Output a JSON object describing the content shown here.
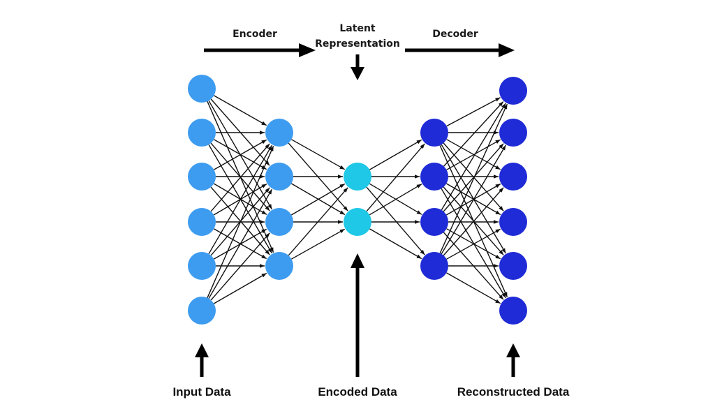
{
  "labels": {
    "encoder": "Encoder",
    "latent_line1": "Latent",
    "latent_line2": "Representation",
    "decoder": "Decoder",
    "input_data": "Input Data",
    "encoded_data": "Encoded Data",
    "reconstructed_data": "Reconstructed Data"
  },
  "network": {
    "layers": [
      {
        "name": "input",
        "nodes": 6,
        "color": "#3d9cf0"
      },
      {
        "name": "encoder-hidden",
        "nodes": 4,
        "color": "#3d9cf0"
      },
      {
        "name": "latent",
        "nodes": 2,
        "color": "#1ec8e6"
      },
      {
        "name": "decoder-hidden",
        "nodes": 4,
        "color": "#1f2bd6"
      },
      {
        "name": "output",
        "nodes": 6,
        "color": "#1f2bd6"
      }
    ],
    "connections": "fully-connected",
    "edge_color": "#111111"
  },
  "colors": {
    "arrow": "#000000",
    "background": "#ffffff"
  }
}
